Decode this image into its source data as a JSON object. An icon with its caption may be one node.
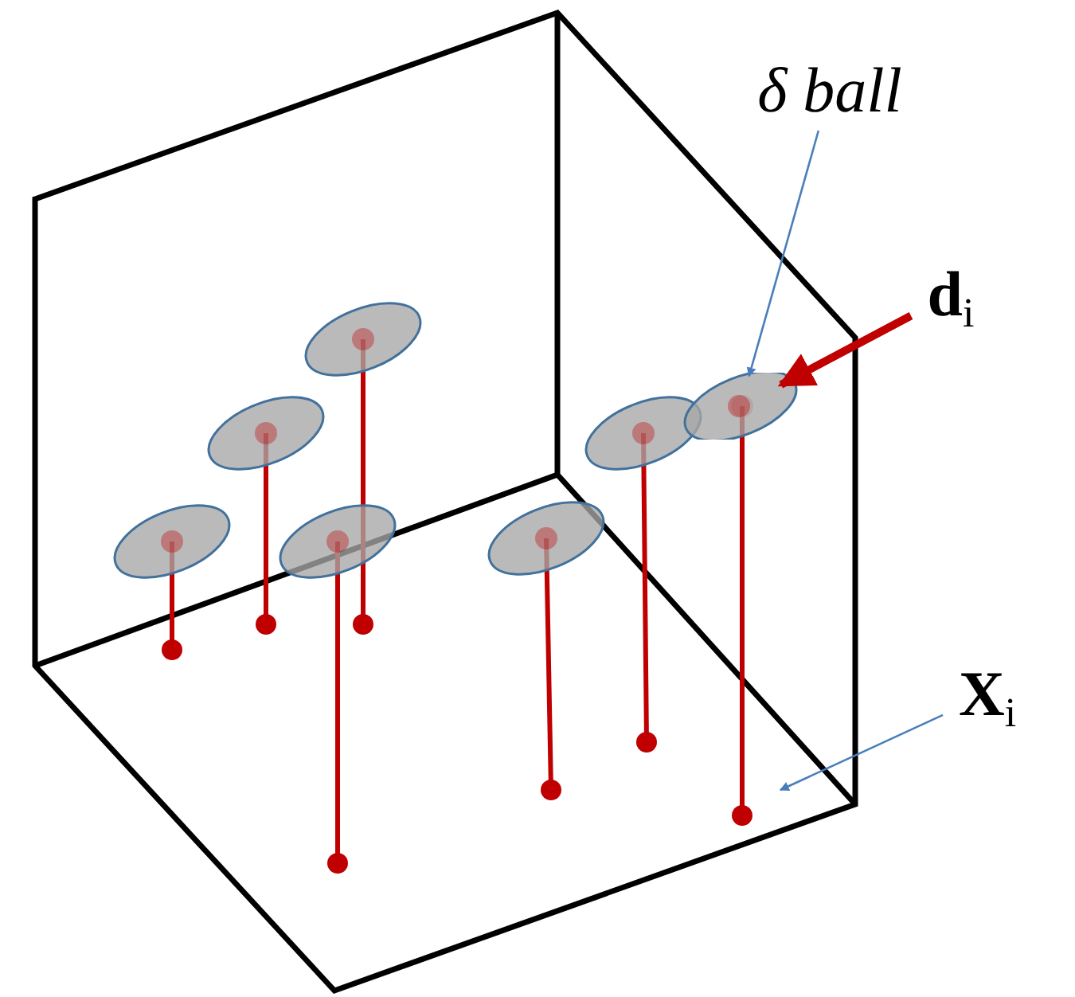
{
  "diagram": {
    "nodes": [
      {
        "text": [
          "δ ball"
        ]
      },
      {
        "text": [
          "**d**$_{i}$"
        ]
      },
      {
        "text": [
          "**X**$_{i}$"
        ]
      },
      {
        "text": [],
        "shape": "ellipse"
      }
    ],
    "edges": [
      {
        "from": 0,
        "to": 3,
        "arrow": "to"
      },
      {
        "from": 1,
        "to": 3,
        "arrow": "to",
        "style": "thick",
        "color": "#c00000"
      },
      {
        "from": 2,
        "to": null,
        "arrow": "to"
      }
    ]
  }
}
